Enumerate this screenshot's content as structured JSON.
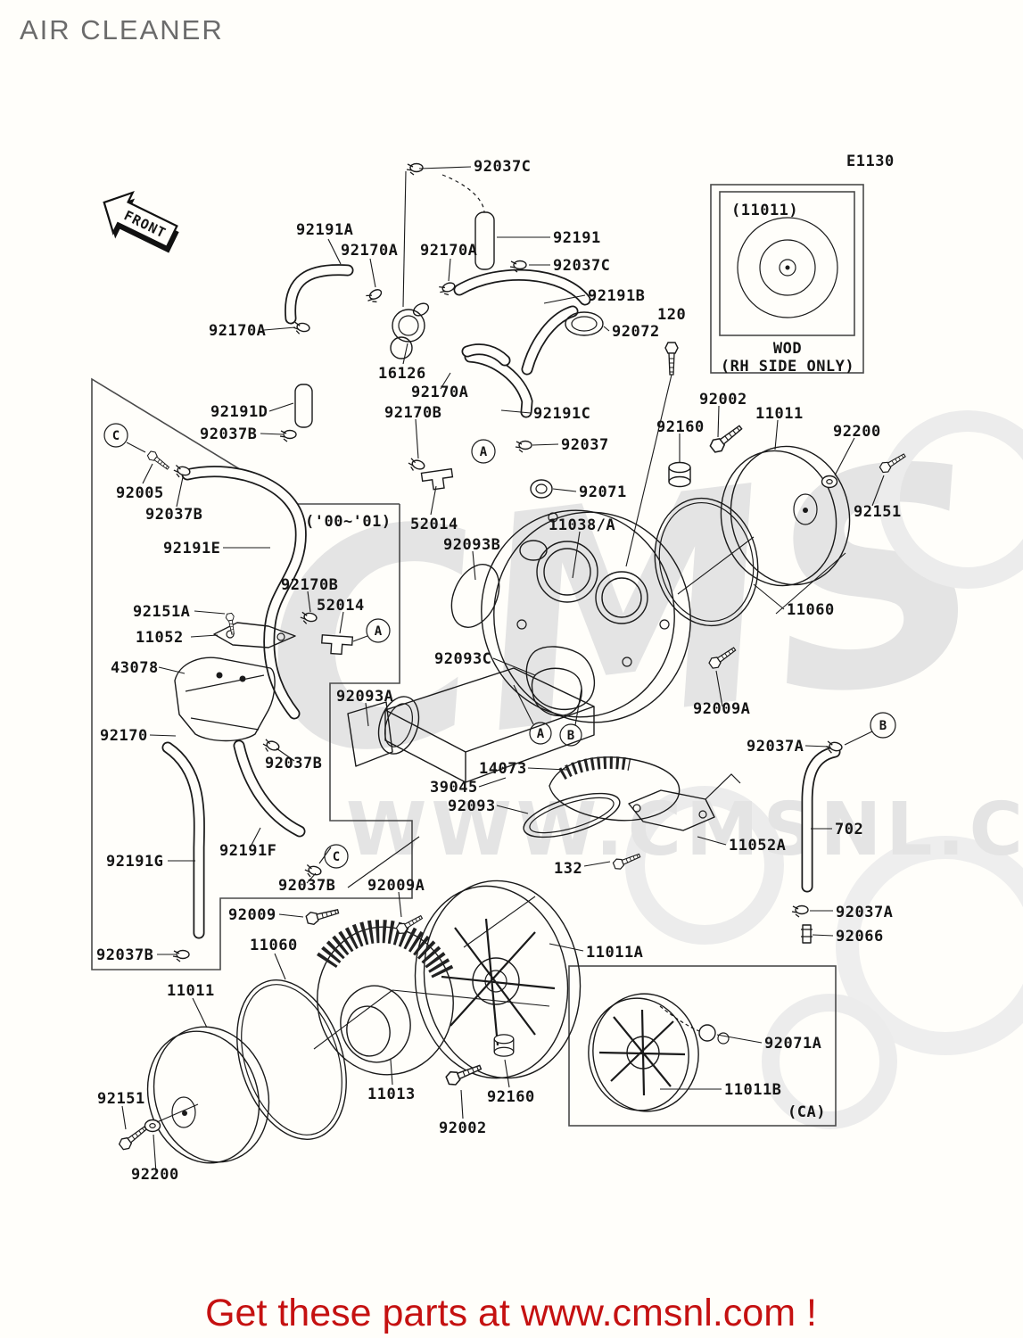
{
  "page": {
    "title": "AIR CLEANER",
    "diagram_code": "E1130",
    "front_marker": "FRONT",
    "footer": "Get these parts at www.cmsnl.com !"
  },
  "colors": {
    "footer_red": "#c51111",
    "title_gray": "#6b6b6b",
    "line_art": "#1a1a1a",
    "watermark_gray": "#e4e4e4"
  },
  "watermark": {
    "logo": "CMS",
    "url_text": "WWW.CMSNL.COM"
  },
  "inset_box": {
    "ref": "(11011)",
    "note1": "WOD",
    "note2": "(RH SIDE ONLY)"
  },
  "refs": {
    "a": "A",
    "b": "B",
    "c": "C"
  },
  "labels": [
    "92037C",
    "92191",
    "92037C",
    "92191B",
    "120",
    "92072",
    "92191A",
    "92170A",
    "92170A",
    "92170A",
    "16126",
    "92170A",
    "92170B",
    "92191D",
    "92037B",
    "92191C",
    "92037",
    "92005",
    "92037B",
    "92191E",
    "('00~'01)",
    "52014",
    "92093B",
    "11038/A",
    "92071",
    "92160",
    "92002",
    "11011",
    "92200",
    "92151",
    "11060",
    "92170B",
    "52014",
    "92151A",
    "11052",
    "43078",
    "92093C",
    "92093A",
    "92170",
    "92037B",
    "14073",
    "39045",
    "92093",
    "11052A",
    "702",
    "132",
    "92009A",
    "92191F",
    "92191G",
    "92037B",
    "92009",
    "92009A",
    "92037A",
    "92037A",
    "92066",
    "92037B",
    "11060",
    "11011",
    "92151",
    "92200",
    "11013",
    "92160",
    "92002",
    "11011A",
    "92071A",
    "11011B",
    "(CA)",
    "E1130",
    "(11011)",
    "WOD",
    "(RH SIDE ONLY)"
  ]
}
